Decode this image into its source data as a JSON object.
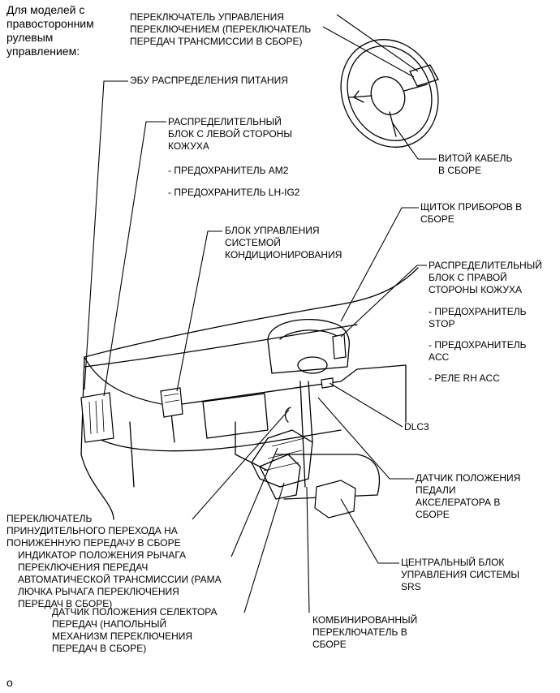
{
  "header_note": [
    "Для моделей с",
    "правосторонним",
    "рулевым",
    "управлением:"
  ],
  "labels": {
    "shift_switch": [
      "ПЕРЕКЛЮЧАТЕЛЬ УПРАВЛЕНИЯ",
      "ПЕРЕКЛЮЧЕНИЕМ (ПЕРЕКЛЮЧАТЕЛЬ",
      "ПЕРЕДАЧ ТРАНСМИССИИ В СБОРЕ)"
    ],
    "spiral_cable": [
      "ВИТОЙ КАБЕЛЬ",
      "В СБОРЕ"
    ],
    "power_ecu": [
      "ЭБУ РАСПРЕДЕЛЕНИЯ ПИТАНИЯ"
    ],
    "left_junction_block": [
      "РАСПРЕДЕЛИТЕЛЬНЫЙ",
      "БЛОК С ЛЕВОЙ СТОРОНЫ",
      "КОЖУХА"
    ],
    "left_fuse_am2": [
      "- ПРЕДОХРАНИТЕЛЬ AM2"
    ],
    "left_fuse_lhig2": [
      "- ПРЕДОХРАНИТЕЛЬ LH-IG2"
    ],
    "combination_meter": [
      "ЩИТОК ПРИБОРОВ В",
      "СБОРЕ"
    ],
    "ac_control": [
      "БЛОК УПРАВЛЕНИЯ",
      "СИСТЕМОЙ",
      "КОНДИЦИОНИРОВАНИЯ"
    ],
    "right_junction_block": [
      "РАСПРЕДЕЛИТЕЛЬНЫЙ",
      "БЛОК С ПРАВОЙ",
      "СТОРОНЫ КОЖУХА"
    ],
    "right_fuse_stop": [
      "- ПРЕДОХРАНИТЕЛЬ",
      "STOP"
    ],
    "right_fuse_acc": [
      "- ПРЕДОХРАНИТЕЛЬ",
      "ACC"
    ],
    "right_relay_acc": [
      "- РЕЛЕ RH ACC"
    ],
    "dlc3": [
      "DLC3"
    ],
    "accel_sensor": [
      "ДАТЧИК ПОЛОЖЕНИЯ",
      "ПЕДАЛИ",
      "АКСЕЛЕРАТОРА В",
      "СБОРЕ"
    ],
    "kickdown_switch": [
      "ПЕРЕКЛЮЧАТЕЛЬ",
      "ПРИНУДИТЕЛЬНОГО ПЕРЕХОДА НА",
      "ПОНИЖЕННУЮ ПЕРЕДАЧУ В СБОРЕ"
    ],
    "shift_indicator": [
      "ИНДИКАТОР ПОЛОЖЕНИЯ РЫЧАГА",
      "ПЕРЕКЛЮЧЕНИЯ ПЕРЕДАЧ",
      "АВТОМАТИЧЕСКОЙ ТРАНСМИССИИ (РАМА",
      "ЛЮЧКА РЫЧАГА ПЕРЕКЛЮЧЕНИЯ",
      "ПЕРЕДАЧ В СБОРЕ)"
    ],
    "airbag_sensor": [
      "ЦЕНТРАЛЬНЫЙ БЛОК",
      "УПРАВЛЕНИЯ СИСТЕМЫ",
      "SRS"
    ],
    "position_sensor": [
      "ДАТЧИК ПОЛОЖЕНИЯ СЕЛЕКТОРА",
      "ПЕРЕДАЧ (НАПОЛЬНЫЙ",
      "МЕХАНИЗМ ПЕРЕКЛЮЧЕНИЯ",
      "ПЕРЕДАЧ В СБОРЕ)"
    ],
    "combination_switch": [
      "КОМБИНИРОВАННЫЙ",
      "ПЕРЕКЛЮЧАТЕЛЬ В",
      "СБОРЕ"
    ]
  },
  "footer_mark": "o"
}
